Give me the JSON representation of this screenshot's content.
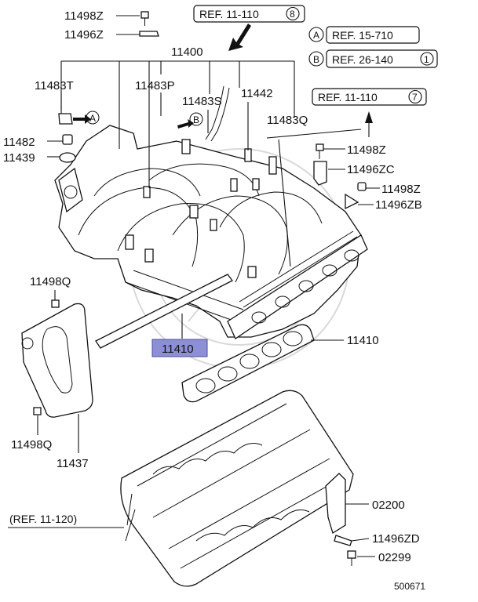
{
  "labels": {
    "l_11498Z_top": "11498Z",
    "l_11496Z": "11496Z",
    "l_11400": "11400",
    "l_11483T": "11483T",
    "l_11483P": "11483P",
    "l_11483S": "11483S",
    "l_11442": "11442",
    "l_11483Q": "11483Q",
    "l_11482": "11482",
    "l_11439": "11439",
    "l_11498Z_r1": "11498Z",
    "l_11496ZC": "11496ZC",
    "l_11498Z_r2": "11498Z",
    "l_11496ZB": "11496ZB",
    "l_11498Q_top": "11498Q",
    "l_11410_hl": "11410",
    "l_11410": "11410",
    "l_11498Q_bot": "11498Q",
    "l_11437": "11437",
    "l_02200": "02200",
    "l_11496ZD": "11496ZD",
    "l_02299": "02299",
    "l_code": "500671"
  },
  "refs": {
    "ref_top": "REF. 11-110",
    "ref_top_num": "8",
    "ref_a": "REF. 15-710",
    "ref_a_letter": "A",
    "ref_b": "REF. 26-140",
    "ref_b_letter": "B",
    "ref_b_num": "1",
    "ref_right": "REF. 11-110",
    "ref_right_num": "7",
    "ref_left": "(REF. 11-120)",
    "callout_a": "A",
    "callout_b": "B"
  },
  "colors": {
    "highlight": "#8d8fd6",
    "ink": "#111111",
    "watermark": "#d9d9d9"
  }
}
